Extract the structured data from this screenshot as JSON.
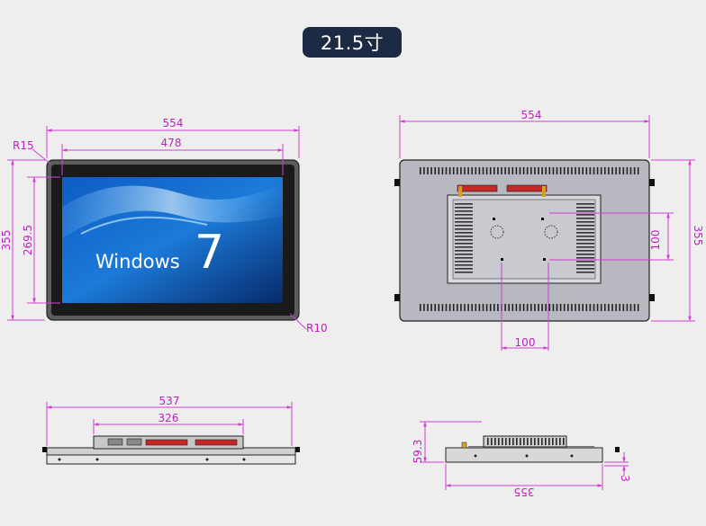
{
  "title": "21.5寸",
  "front_view": {
    "width_outer": "554",
    "width_screen": "478",
    "height_outer": "355",
    "height_screen": "269.5",
    "corner_outer": "R15",
    "corner_inner": "R10",
    "screen_brand": "Windows",
    "screen_version": "7"
  },
  "rear_view": {
    "width": "554",
    "height": "355",
    "vesa_h": "100",
    "vesa_v": "100"
  },
  "top_view": {
    "width_outer": "537",
    "width_box": "326"
  },
  "side_view": {
    "depth": "59.3",
    "height": "355",
    "thickness": "3"
  },
  "colors": {
    "badge": "#1d2a44",
    "dimension": "#c020c0",
    "bezel": "#5a5a5a",
    "screen": "#0a3c8c",
    "rail": "#c62828"
  }
}
